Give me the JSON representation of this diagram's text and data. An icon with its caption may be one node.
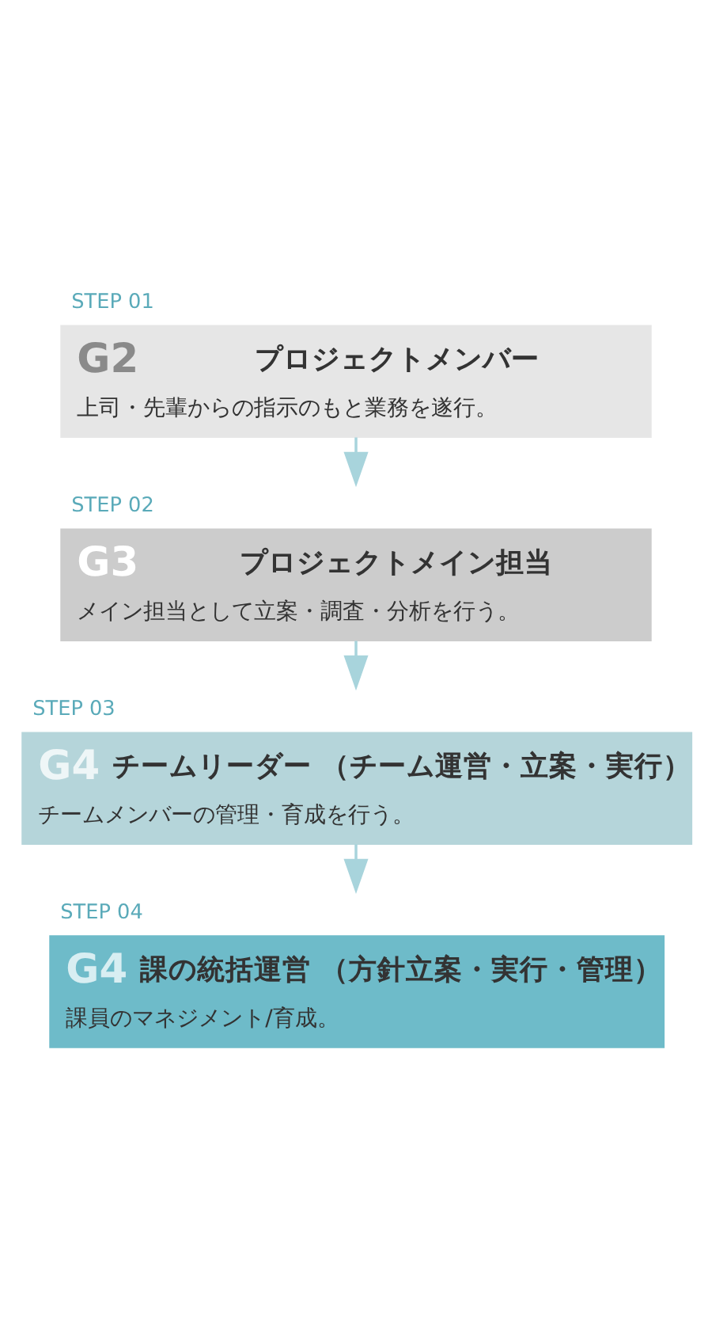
{
  "diagram": {
    "nodes": [
      {
        "text": [
          "G2",
          "プロジェクトメンバー",
          "上司・先輩からの指示のもと業務を遂行。"
        ],
        "beside": [
          "STEP 01"
        ]
      },
      {
        "text": [
          "G3",
          "プロジェクトメイン担当",
          "メイン担当として立案・調査・分析を行う。"
        ],
        "beside": [
          "STEP 02"
        ]
      },
      {
        "text": [
          "G4",
          "チームリーダー （チーム運営・立案・実行）",
          "チームメンバーの管理・育成を行う。"
        ],
        "beside": [
          "STEP 03"
        ]
      },
      {
        "text": [
          "G4",
          "課の統括運営 （方針立案・実行・管理）",
          "課員のマネジメント/育成。"
        ],
        "beside": [
          "STEP 04"
        ]
      }
    ],
    "edges": [
      {
        "from": 0,
        "to": 1,
        "arrow": "to"
      },
      {
        "from": 1,
        "to": 2,
        "arrow": "to"
      },
      {
        "from": 2,
        "to": 3,
        "arrow": "to"
      }
    ]
  }
}
